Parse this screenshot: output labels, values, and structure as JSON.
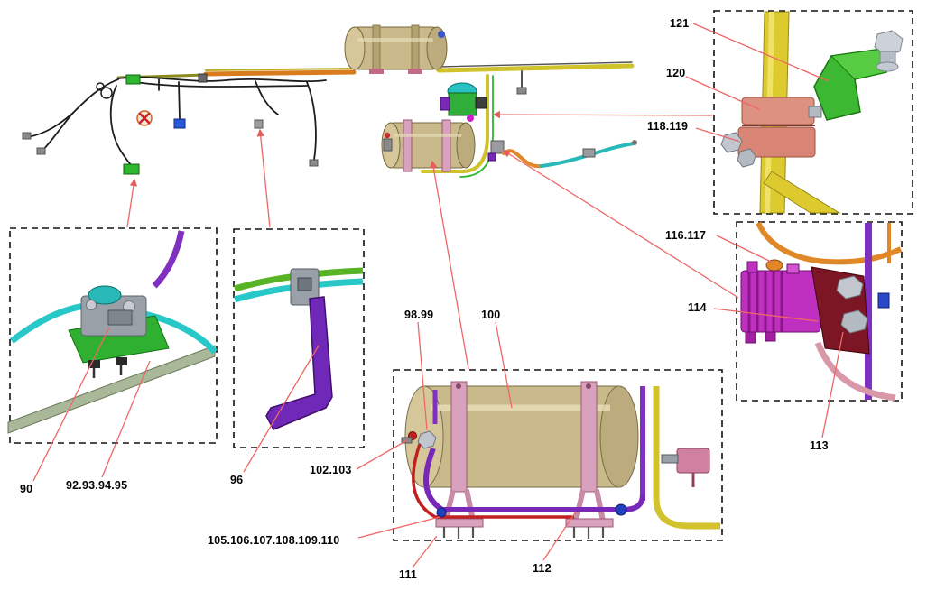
{
  "diagram": {
    "kind": "exploded-parts-diagram",
    "labels": {
      "n90": "90",
      "n92_95": "92.93.94.95",
      "n96": "96",
      "n98_99": "98.99",
      "n100": "100",
      "n102_103": "102.103",
      "n105_110": "105.106.107.108.109.110",
      "n111": "111",
      "n112": "112",
      "n113": "113",
      "n114": "114",
      "n116_117": "116.117",
      "n118_119": "118.119",
      "n120": "120",
      "n121": "121"
    },
    "colors": {
      "leader_line": "#ef6666",
      "tank_body": "#c9b98b",
      "strap_pink": "#d8a2bc",
      "pipe_yellow": "#d2c22c",
      "pipe_orange": "#e08828",
      "pipe_cyan": "#28c8c8",
      "pipe_purple": "#7828b8",
      "valve_magenta": "#c030c0",
      "bracket_green": "#3cb832",
      "bracket_darkred": "#7c1524",
      "clamp_salmon": "#dd9181",
      "box_border": "#111111"
    }
  }
}
